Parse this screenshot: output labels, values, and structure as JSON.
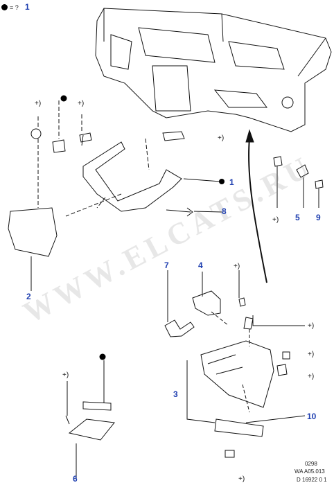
{
  "legend": {
    "symbol_text": "= ?",
    "number": "1"
  },
  "parts": {
    "p1": "1",
    "p2": "2",
    "p3": "3",
    "p4": "4",
    "p5": "5",
    "p6": "6",
    "p7": "7",
    "p8": "8",
    "p9": "9",
    "p10": "10"
  },
  "plus_label": "+)",
  "watermark": "WWW.ELCATS.RU",
  "codes": {
    "date": "0298",
    "wa": "WA A05.013",
    "d": "D 16922 0 1"
  },
  "colors": {
    "part_number": "#1f3fb0",
    "line": "#111111"
  }
}
